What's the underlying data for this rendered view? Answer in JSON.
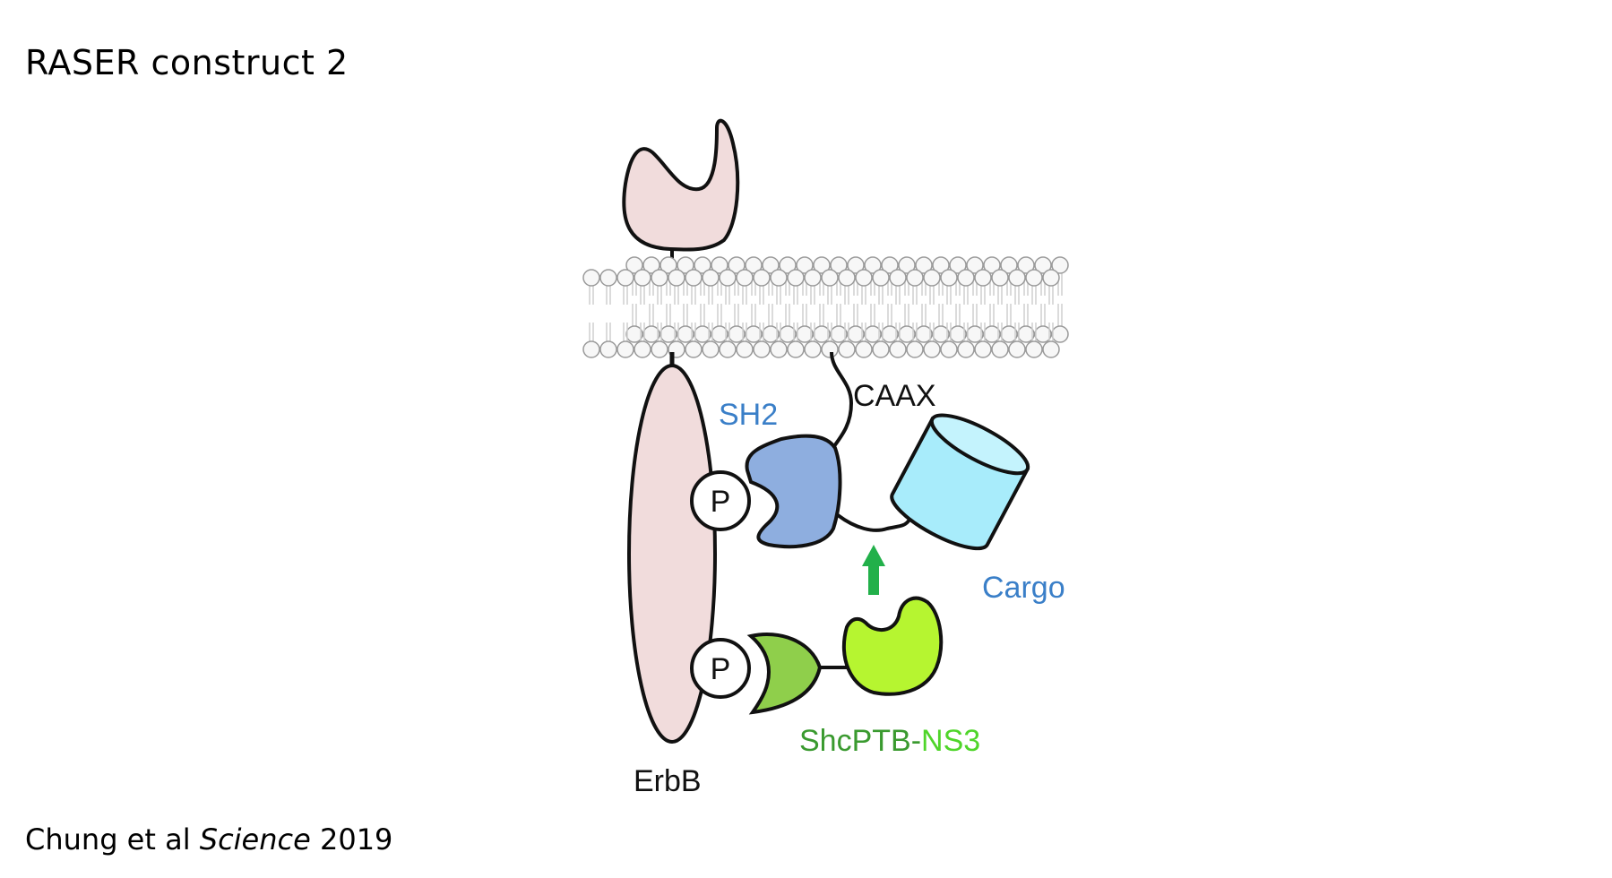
{
  "slide": {
    "title": "RASER construct 2",
    "citation": {
      "authors": "Chung et al",
      "journal": "Science",
      "year": "2019"
    }
  },
  "diagram": {
    "labels": {
      "caax": "CAAX",
      "sh2": "SH2",
      "cargo": "Cargo",
      "erbb": "ErbB",
      "shcptb": "ShcPTB-",
      "ns3": "NS3",
      "phospho_top": "P",
      "phospho_bottom": "P"
    },
    "colors": {
      "receptor_fill": "#f1dcdc",
      "sh2_fill": "#8eaedf",
      "cargo_fill": "#a8ecfb",
      "ptb_fill": "#8fcf4b",
      "ns3_fill": "#b6f530",
      "arrow": "#22b04a",
      "label_blue": "#3a7fc8",
      "label_green_dark": "#3a9a2f",
      "label_green_light": "#4fd52a",
      "membrane_head_fill": "#f7f7f7",
      "membrane_head_stroke": "#9a9a9a"
    }
  }
}
